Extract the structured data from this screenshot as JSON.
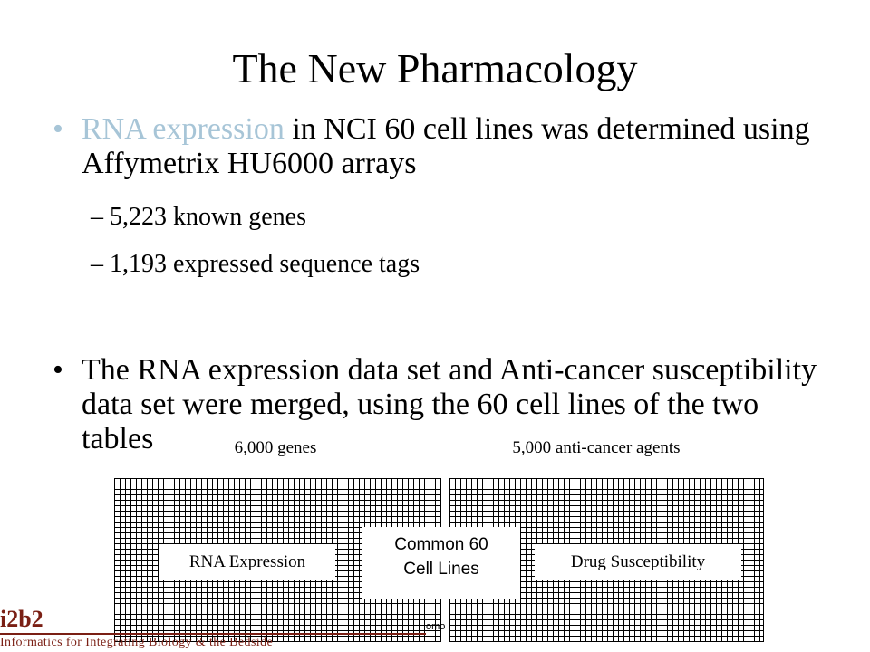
{
  "title": "The New Pharmacology",
  "bullets": [
    {
      "marker": "•",
      "highlight": "RNA expression",
      "text": " in NCI 60 cell lines was determined using Affymetrix HU6000 arrays"
    },
    {
      "marker": "•",
      "text": "The RNA expression data set and Anti-cancer susceptibility data set were merged, using the 60 cell lines of the two tables"
    }
  ],
  "sub_bullets": [
    {
      "marker": "–",
      "text": "5,223 known genes"
    },
    {
      "marker": "–",
      "text": "1,193 expressed sequence tags"
    }
  ],
  "diagram": {
    "left_header": "6,000 genes",
    "right_header": "5,000 anti-cancer agents",
    "left_label": "RNA Expression",
    "right_label": "Drug Susceptibility",
    "center_line1": "Common 60",
    "center_line2": "Cell Lines",
    "bottom_cut": "omo"
  },
  "footer": {
    "logo": "i2b2",
    "caption": "Informatics for Integrating Biology & the Bedside",
    "color": "#7a1f14"
  },
  "colors": {
    "accent": "#a7c5d7"
  }
}
